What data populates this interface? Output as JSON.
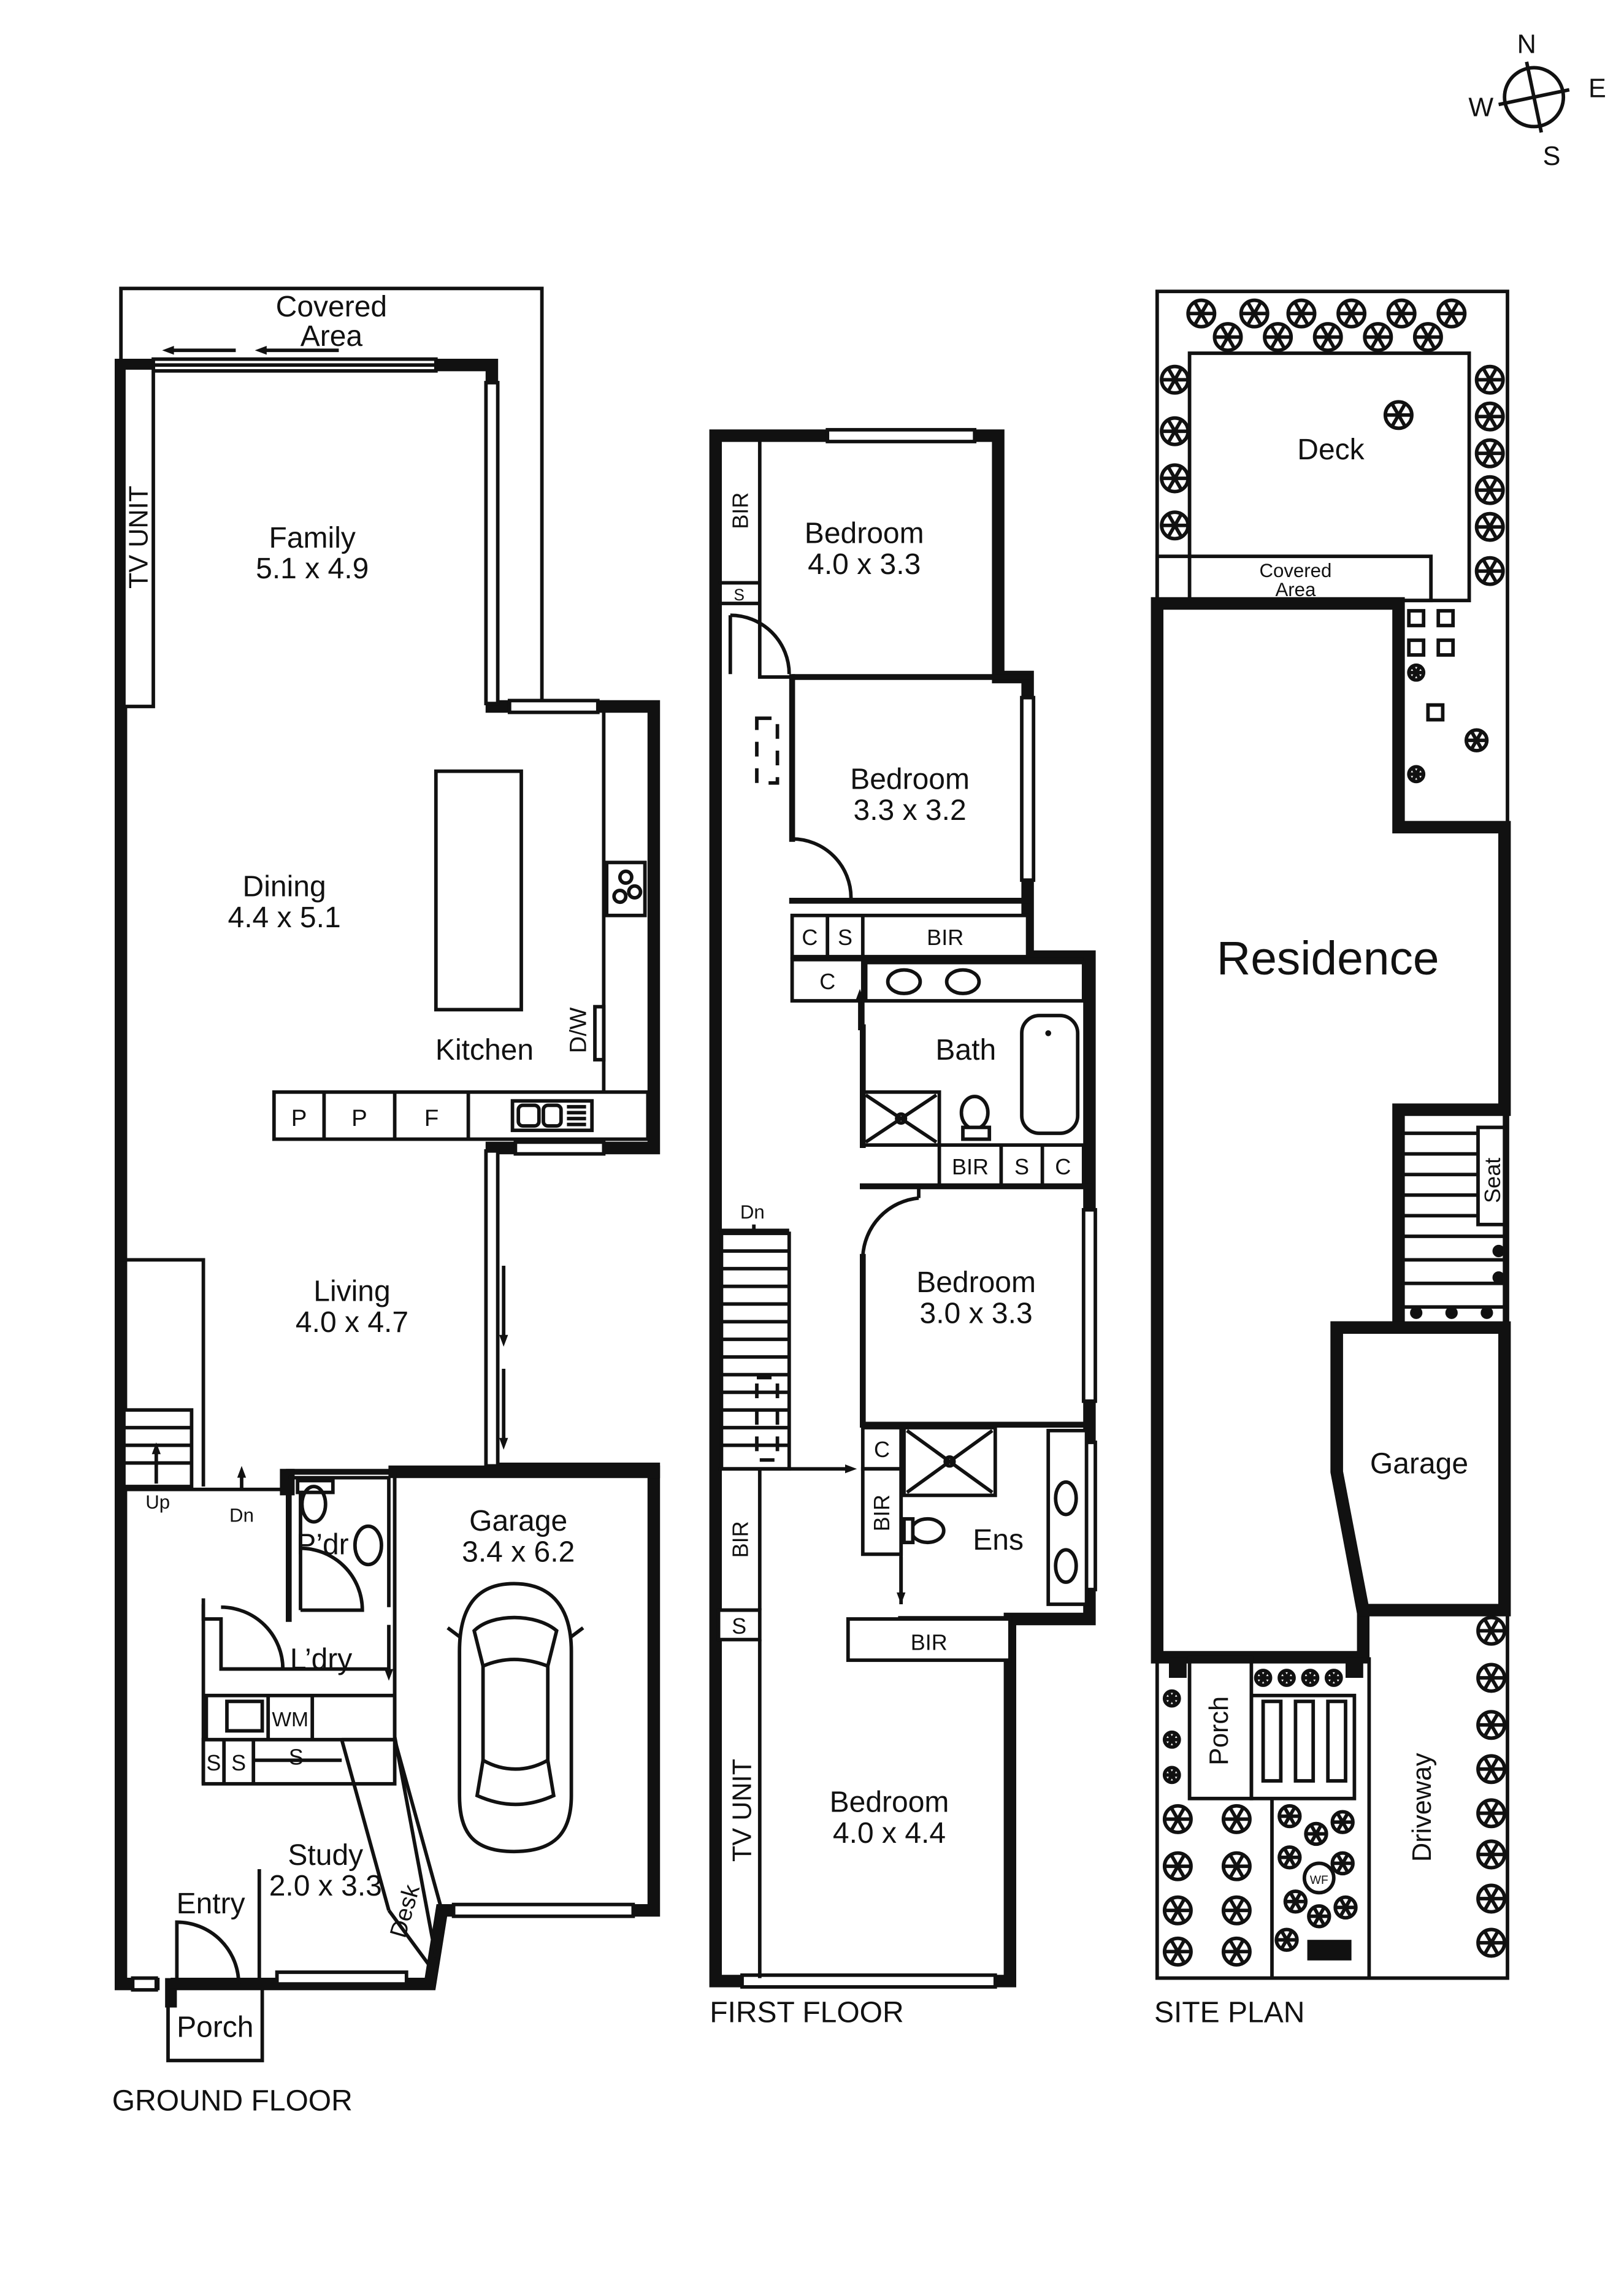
{
  "compass": {
    "n": "N",
    "e": "E",
    "s": "S",
    "w": "W"
  },
  "ground_floor": {
    "title": "GROUND FLOOR",
    "covered_area": [
      "Covered",
      "Area"
    ],
    "tv_unit": "TV UNIT",
    "family": {
      "name": "Family",
      "size": "5.1 x 4.9"
    },
    "dining": {
      "name": "Dining",
      "size": "4.4 x 5.1"
    },
    "kitchen": "Kitchen",
    "dw": "D/W",
    "pantry": [
      "P",
      "P",
      "F"
    ],
    "living": {
      "name": "Living",
      "size": "4.0 x 4.7"
    },
    "up": "Up",
    "dn": "Dn",
    "pdr": "P’dr",
    "laundry": "L’dry",
    "wm": "WM",
    "storage": [
      "S",
      "S",
      "S"
    ],
    "garage": {
      "name": "Garage",
      "size": "3.4 x 6.2"
    },
    "study": {
      "name": "Study",
      "size": "2.0 x 3.3"
    },
    "desk": "Desk",
    "entry": "Entry",
    "porch": "Porch"
  },
  "first_floor": {
    "title": "FIRST FLOOR",
    "bir_top": "BIR",
    "s_top": "S",
    "bedroom1": {
      "name": "Bedroom",
      "size": "4.0 x 3.3"
    },
    "bedroom2": {
      "name": "Bedroom",
      "size": "3.3 x 3.2"
    },
    "c1": "C",
    "s1": "S",
    "bir2": "BIR",
    "c2": "C",
    "bath": "Bath",
    "bir3": "BIR",
    "s3": "S",
    "c3": "C",
    "dn": "Dn",
    "bedroom3": {
      "name": "Bedroom",
      "size": "3.0 x 3.3"
    },
    "c4": "C",
    "bir4": "BIR",
    "ens": "Ens",
    "bir_left": "BIR",
    "s_left": "S",
    "bir5": "BIR",
    "tv_unit": "TV UNIT",
    "bedroom4": {
      "name": "Bedroom",
      "size": "4.0 x 4.4"
    }
  },
  "site_plan": {
    "title": "SITE PLAN",
    "deck": "Deck",
    "covered_area": [
      "Covered",
      "Area"
    ],
    "residence": "Residence",
    "seat": "Seat",
    "garage": "Garage",
    "porch": "Porch",
    "driveway": "Driveway",
    "wf": "WF"
  }
}
